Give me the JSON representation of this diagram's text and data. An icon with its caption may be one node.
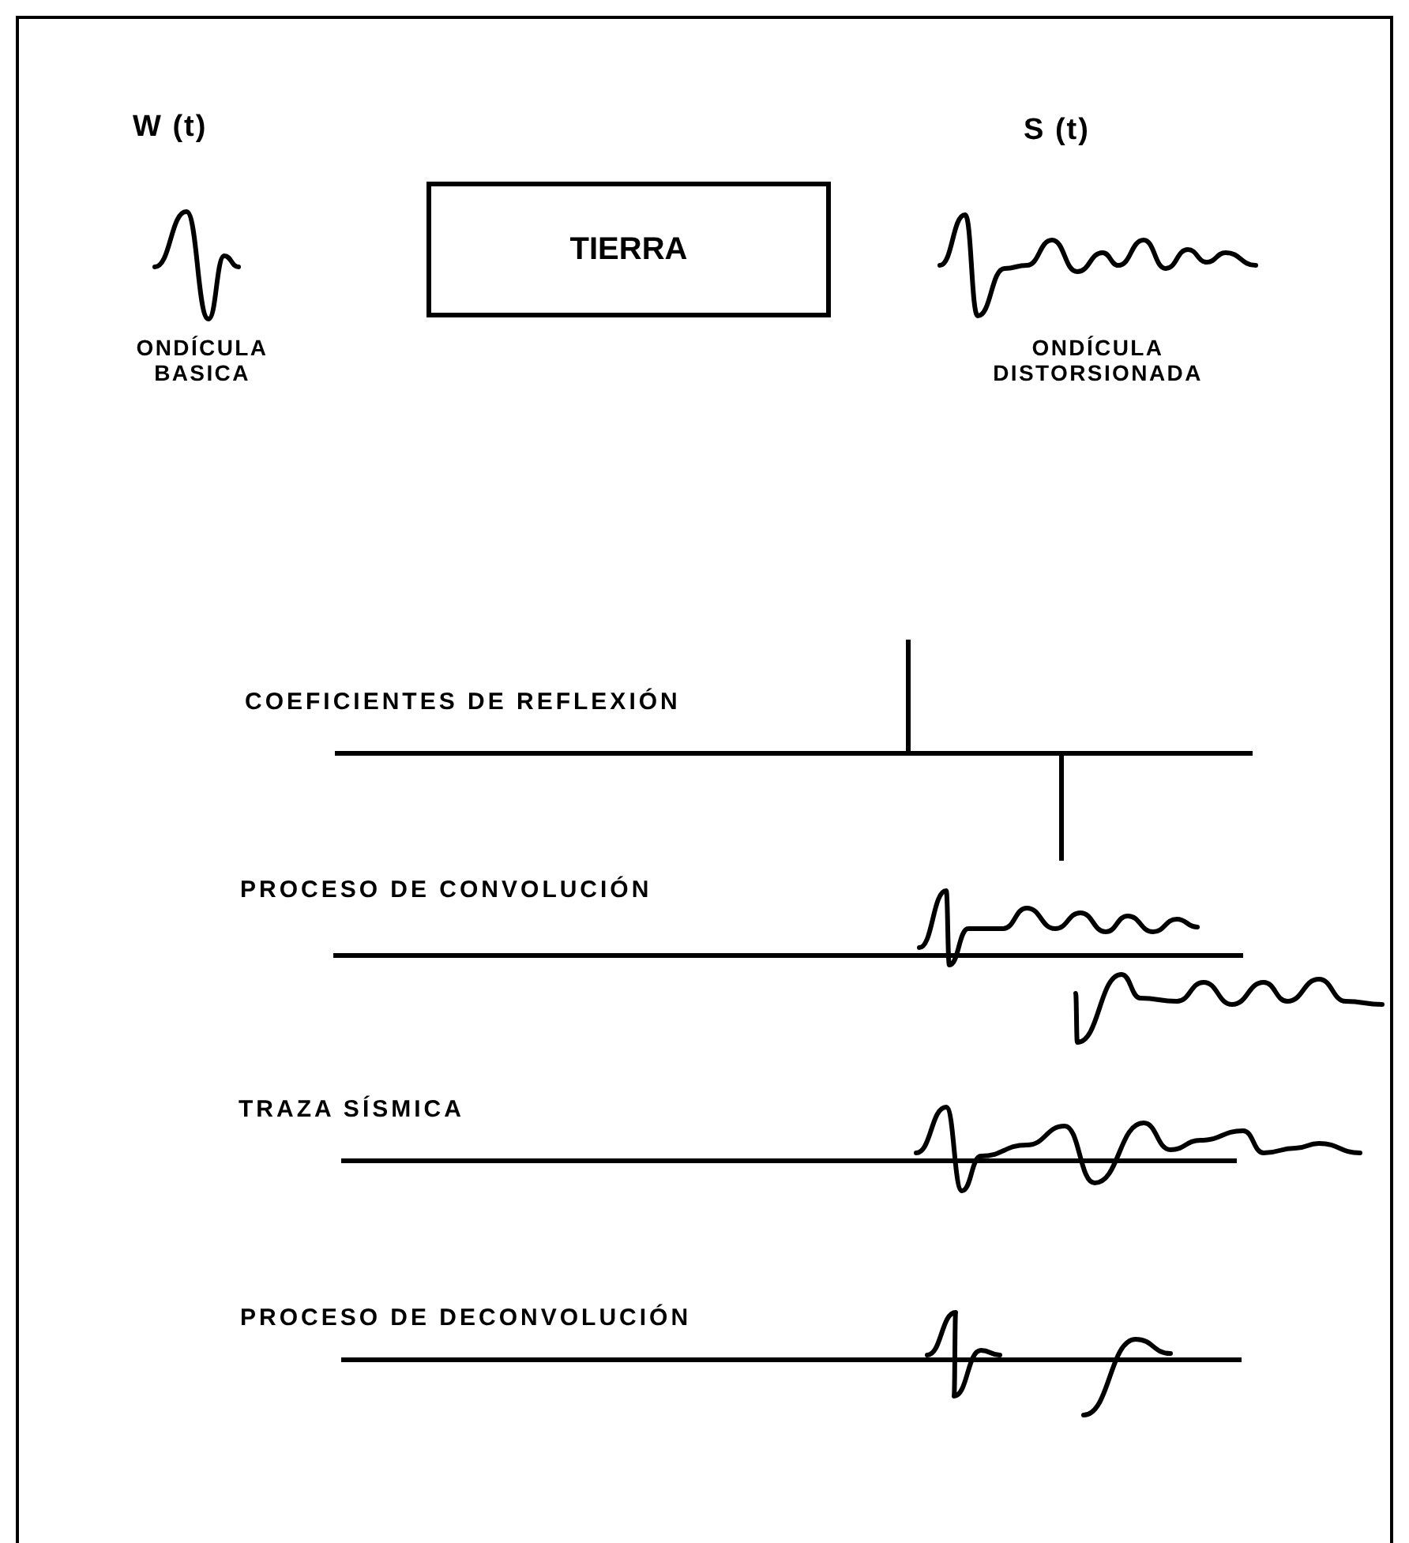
{
  "diagram": {
    "nodes": [
      {
        "text": [
          "TIERRA"
        ]
      }
    ],
    "labels": [
      "W (t)",
      "S (t)",
      "ONDÍCULA BASICA",
      "ONDÍCULA DISTORSIONADA",
      "COEFICIENTES DE REFLEXIÓN",
      "PROCESO DE CONVOLUCIÓN",
      "TRAZA SÍSMICA",
      "PROCESO DE DECONVOLUCIÓN"
    ]
  }
}
